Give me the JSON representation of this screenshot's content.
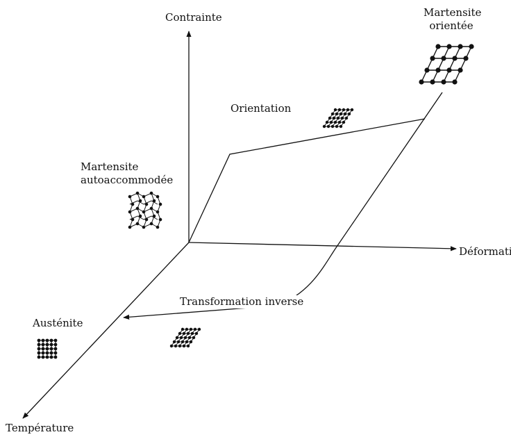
{
  "labels": {
    "stress_axis": "Contrainte",
    "strain_axis": "Déformation",
    "temperature_axis": "Température",
    "orientation": "Orientation",
    "oriented_martensite_line1": "Martensite",
    "oriented_martensite_line2": "orientée",
    "self_accommodated_line1": "Martensite",
    "self_accommodated_line2": "autoaccommodée",
    "austenite": "Austénite",
    "reverse_transformation": "Transformation inverse"
  },
  "colors": {
    "ink": "#111111",
    "background": "#ffffff"
  },
  "icons": [
    "cubic-lattice-icon",
    "sheared-lattice-icon",
    "herringbone-lattice-icon"
  ]
}
